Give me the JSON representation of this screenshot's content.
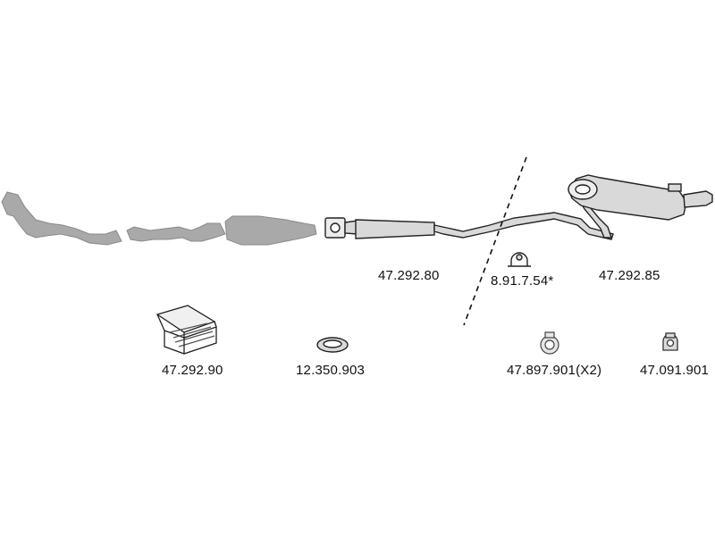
{
  "parts": {
    "middle_pipe": "47.292.80",
    "clamp": "8.91.7.54*",
    "rear_silencer": "47.292.85",
    "fitting_kit": "47.292.90",
    "gasket": "12.350.903",
    "rubber_hanger_a": "47.897.901(X2)",
    "rubber_hanger_b": "47.091.901"
  },
  "colors": {
    "line": "#222222",
    "part_fill": "#d9d9d9",
    "ghost_fill": "#a9a9a9"
  }
}
